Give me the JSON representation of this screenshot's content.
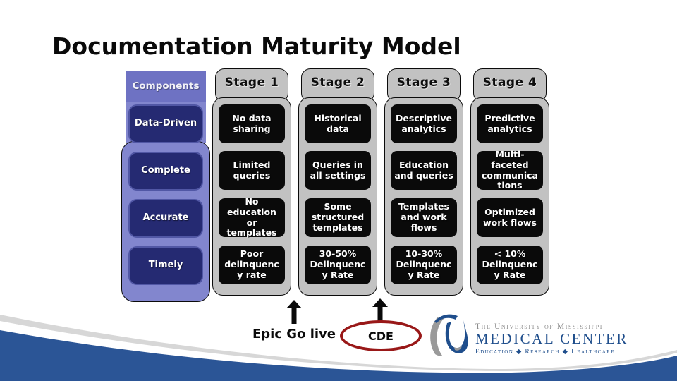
{
  "slide": {
    "title": "Documentation Maturity Model"
  },
  "matrix": {
    "components_header": "Components",
    "components": [
      "Data-Driven",
      "Complete",
      "Accurate",
      "Timely"
    ],
    "stages": [
      {
        "label": "Stage 1",
        "cells": [
          "No data sharing",
          "Limited queries",
          "No education or templates",
          "Poor delinquency rate"
        ]
      },
      {
        "label": "Stage 2",
        "cells": [
          "Historical data",
          "Queries in all settings",
          "Some structured templates",
          "30-50% Delinquency Rate"
        ]
      },
      {
        "label": "Stage 3",
        "cells": [
          "Descriptive analytics",
          "Education and queries",
          "Templates and work flows",
          "10-30% Delinquency Rate"
        ]
      },
      {
        "label": "Stage 4",
        "cells": [
          "Predictive analytics",
          "Multi-faceted communications",
          "Optimized work flows",
          "< 10% Delinquency Rate"
        ]
      }
    ]
  },
  "annotations": {
    "epic_go_live": "Epic Go live",
    "cde": "CDE"
  },
  "logo": {
    "university": "The University of Mississippi",
    "name": "MEDICAL CENTER",
    "tagline": "Education ◆ Research ◆ Healthcare"
  },
  "colors": {
    "slate": "#6e72c3",
    "periwinkle": "#8286ce",
    "navy": "#252a72",
    "navyborder": "#5157a5",
    "colgray": "#c2c2c2",
    "borderblack": "#0b0b0b",
    "cellblack": "#0a0a0a",
    "swooshblue": "#2b5596",
    "swooshgray": "#d7d7d7",
    "ovalred": "#991818",
    "logoblue": "#1f4e8c",
    "logogray": "#8d8d8d",
    "arrowblack": "#0a0a0a"
  }
}
